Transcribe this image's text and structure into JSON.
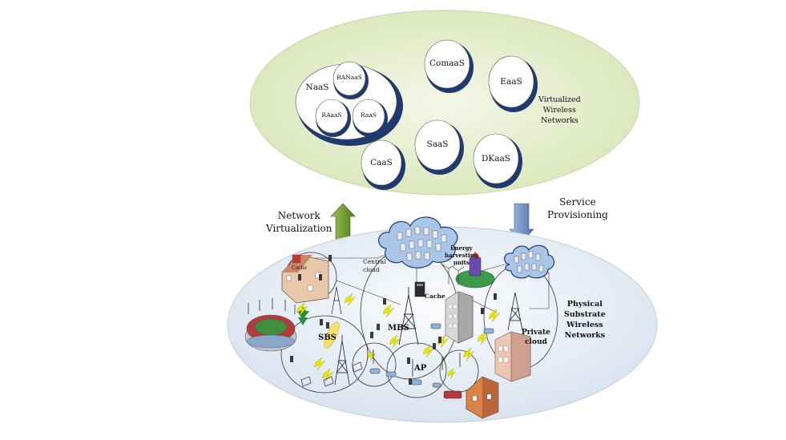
{
  "top_layer": {
    "label": "Virtualized\nWireless\nNetworks",
    "services": {
      "naas": "NaaS",
      "ranaas": "RANaaS",
      "raaas": "RAaaS",
      "raas": "RaaS",
      "comaas": "ComaaS",
      "eaas": "EaaS",
      "saas": "SaaS",
      "caas": "CaaS",
      "dkaas": "DKaaS"
    },
    "colors": {
      "ellipse_fill": "#e3ecc9",
      "bubble_shadow": "#1f3a6e"
    }
  },
  "arrows": {
    "network_virtualization": "Network\nVirtualization",
    "service_provisioning": "Service\nProvisioning",
    "colors": {
      "up_arrow": "#7aa43a",
      "down_arrow": "#6f8fcb"
    }
  },
  "bottom_layer": {
    "label": "Physical\nSubstrate\nWireless\nNetworks",
    "central_cloud": "Central\ncloud",
    "energy_units": "Energy\nharvesting\nunits",
    "cache_top": "Cache",
    "cache_mid": "Cache",
    "mbs": "MBS",
    "sbs": "SBS",
    "ap": "AP",
    "private_cloud": "Private\ncloud",
    "colors": {
      "ellipse_fill": "#e8eef6",
      "cloud_fill": "#a9c6e8",
      "bolt": "#e6e600"
    }
  }
}
